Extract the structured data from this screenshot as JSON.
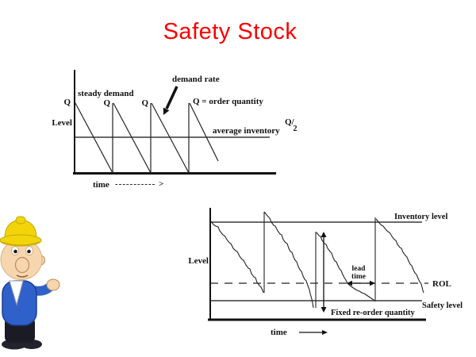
{
  "slide": {
    "title": "Safety Stock",
    "title_color": "#fb0000",
    "background": "#ffffff"
  },
  "top_chart": {
    "y_axis_label": "Q",
    "level_label": "Level",
    "steady_demand_label": "steady demand",
    "peak2_label": "Q",
    "peak3_label": "Q",
    "demand_rate_label": "demand rate",
    "order_quantity_label": "Q = order quantity",
    "average_inventory_label": "average inventory",
    "avg_fraction_numerator": "Q/",
    "avg_fraction_denominator": "2",
    "time_label": "time",
    "time_dashes": "----------- >"
  },
  "bottom_chart": {
    "inventory_level_label": "Inventory level",
    "level_label": "Level",
    "lead_time_label_line1": "lead",
    "lead_time_label_line2": "time",
    "rol_label": "ROL",
    "safety_level_label": "Safety level",
    "fixed_reorder_label": "Fixed re-order quantity",
    "time_label": "time"
  },
  "mascot": {
    "hat_color": "#f2d40a",
    "skin_color": "#f6d6ae",
    "jacket_color": "#3061cb",
    "shirt_color": "#ffffff",
    "pants_color": "#1b1b26",
    "shoes_color": "#23232d"
  }
}
